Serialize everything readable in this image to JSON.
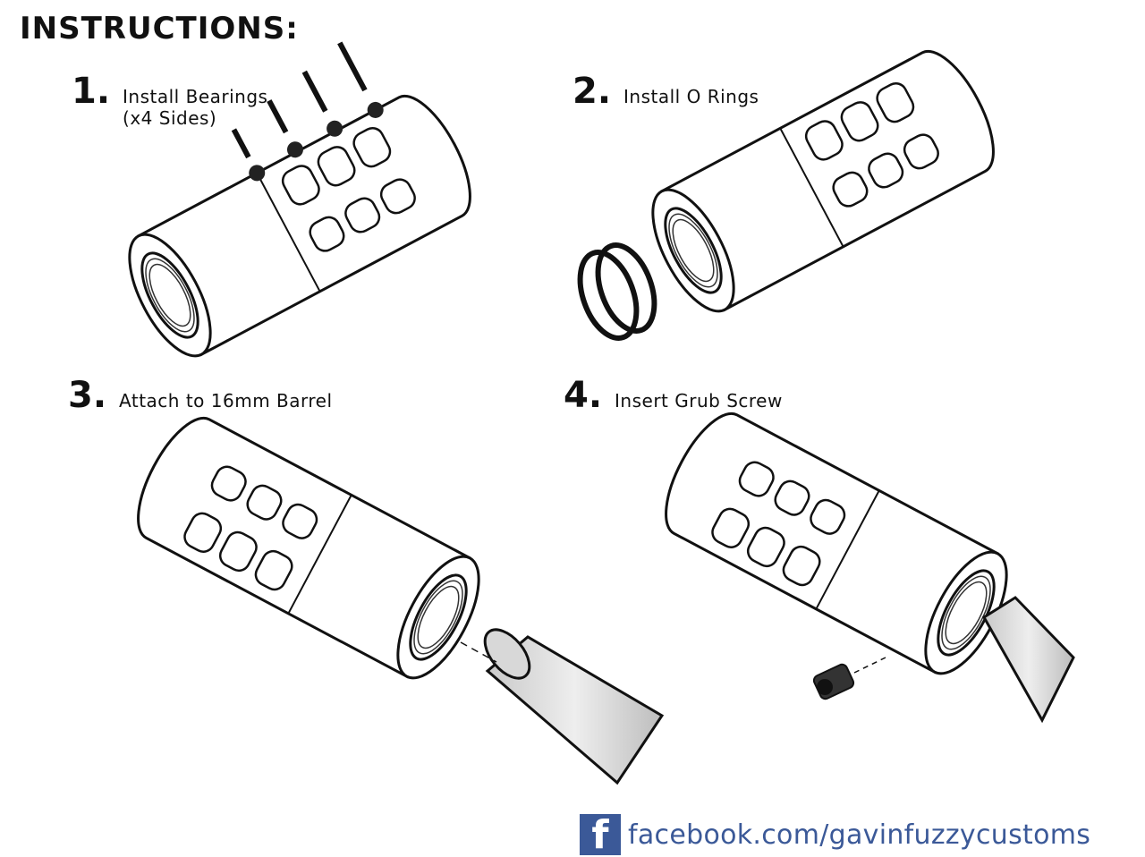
{
  "title": "INSTRUCTIONS:",
  "steps": [
    {
      "number": "1.",
      "line1": "Install Bearings",
      "line2": "(x4 Sides)"
    },
    {
      "number": "2.",
      "line1": "Install O Rings",
      "line2": ""
    },
    {
      "number": "3.",
      "line1": "Attach to 16mm Barrel",
      "line2": ""
    },
    {
      "number": "4.",
      "line1": "Insert Grub Screw",
      "line2": ""
    }
  ],
  "footer": {
    "icon": "facebook-icon",
    "icon_letter": "f",
    "url": "facebook.com/gavinfuzzycustoms",
    "brand_color": "#3b5998"
  }
}
